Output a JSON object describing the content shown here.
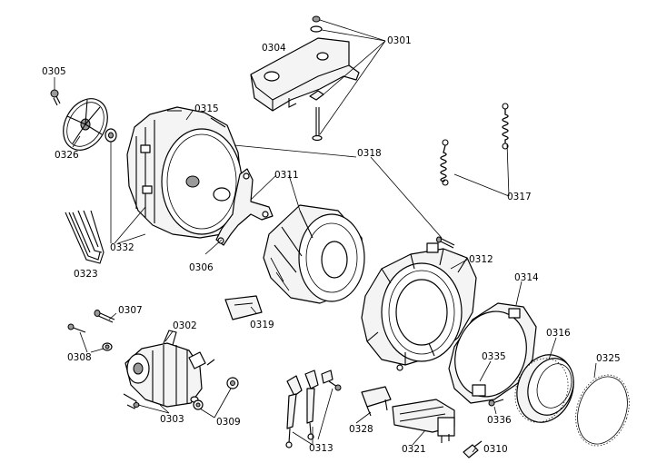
{
  "labels": {
    "p0301": "0301",
    "p0302": "0302",
    "p0303": "0303",
    "p0304": "0304",
    "p0305": "0305",
    "p0306": "0306",
    "p0307": "0307",
    "p0308": "0308",
    "p0309": "0309",
    "p0310": "0310",
    "p0311": "0311",
    "p0312": "0312",
    "p0313": "0313",
    "p0314": "0314",
    "p0315": "0315",
    "p0316": "0316",
    "p0317": "0317",
    "p0318": "0318",
    "p0319": "0319",
    "p0321": "0321",
    "p0323": "0323",
    "p0325": "0325",
    "p0326": "0326",
    "p0328": "0328",
    "p0332": "0332",
    "p0335": "0335",
    "p0336": "0336"
  }
}
